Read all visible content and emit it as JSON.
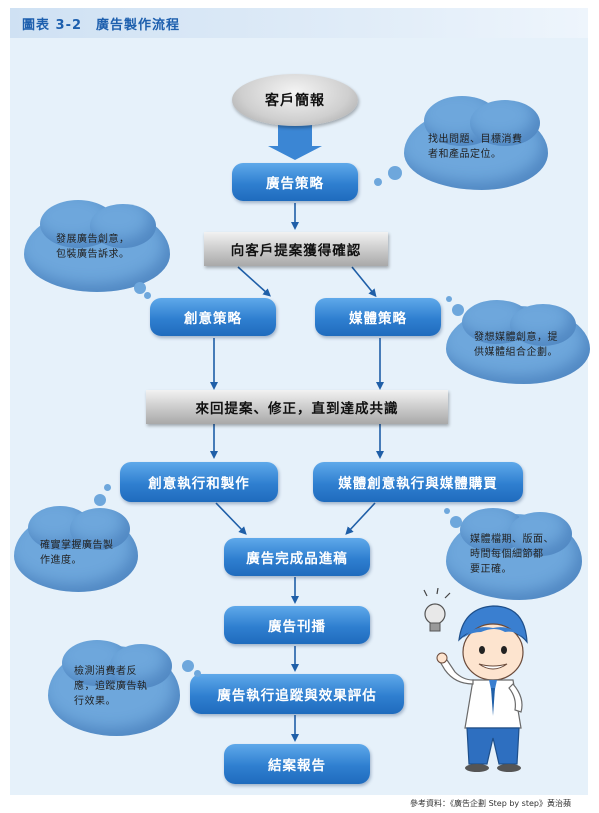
{
  "title": "圖表 3-2　廣告製作流程",
  "nodes": {
    "start": "客戶簡報",
    "ad_strategy": "廣告策略",
    "proposal_confirm": "向客戶提案獲得確認",
    "creative_strategy": "創意策略",
    "media_strategy": "媒體策略",
    "consensus": "來回提案、修正，直到達成共識",
    "creative_execution": "創意執行和製作",
    "media_execution": "媒體創意執行與媒體購買",
    "final_draft": "廣告完成品進稿",
    "publish": "廣告刊播",
    "tracking": "廣告執行追蹤與效果評估",
    "report": "結案報告"
  },
  "notes": {
    "find_problem": [
      "找出問題、目標消費",
      "者和產品定位。"
    ],
    "develop_creative": [
      "發展廣告創意，",
      "包裝廣告訴求。"
    ],
    "media_creative": [
      "發想媒體創意，提",
      "供媒體組合企劃。"
    ],
    "confirm_progress": [
      "確實掌握廣告製",
      "作進度。"
    ],
    "media_schedule": [
      "媒體檔期、版面、",
      "時間每個細節都",
      "要正確。"
    ],
    "survey": [
      "檢測消費者反",
      "應，追蹤廣告執",
      "行效果。"
    ]
  },
  "source": "參考資料：《廣告企劃 Step by step》黃治蘋",
  "colors": {
    "blue_box": "#2f7fd0",
    "cloud": "#6ea7dc",
    "arrow": "#1f5fa8",
    "title": "#1d5fae",
    "panel": "#e6f1fa"
  }
}
